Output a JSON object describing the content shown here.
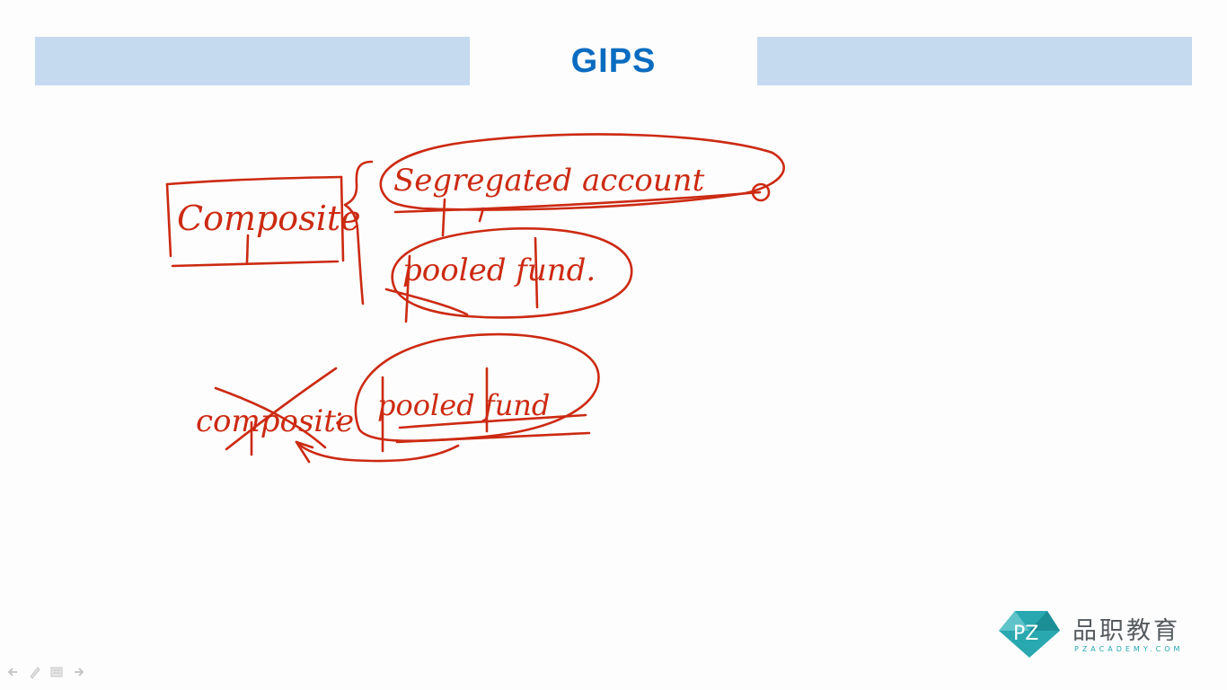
{
  "slide": {
    "title": "GIPS",
    "accent_band_color": "#c5d9ef",
    "title_color": "#0a6cc0",
    "ink_color": "#cc2a12"
  },
  "annotations": {
    "word_composite": "Composite",
    "word_segregated": "Segregated account",
    "word_pooled_1": "pooled fund.",
    "word_composite_crossed": "composite",
    "colon": ":",
    "word_pooled_2": "pooled fund"
  },
  "logo": {
    "name": "品职教育",
    "sub": "PZACADEMY.COM",
    "mark": "PZ"
  },
  "toolbar": {
    "items": [
      {
        "name": "previous-slide",
        "icon": "arrow-left-icon"
      },
      {
        "name": "pen-tool",
        "icon": "pen-icon"
      },
      {
        "name": "slide-menu",
        "icon": "menu-icon"
      },
      {
        "name": "next-slide",
        "icon": "arrow-right-icon"
      }
    ]
  }
}
